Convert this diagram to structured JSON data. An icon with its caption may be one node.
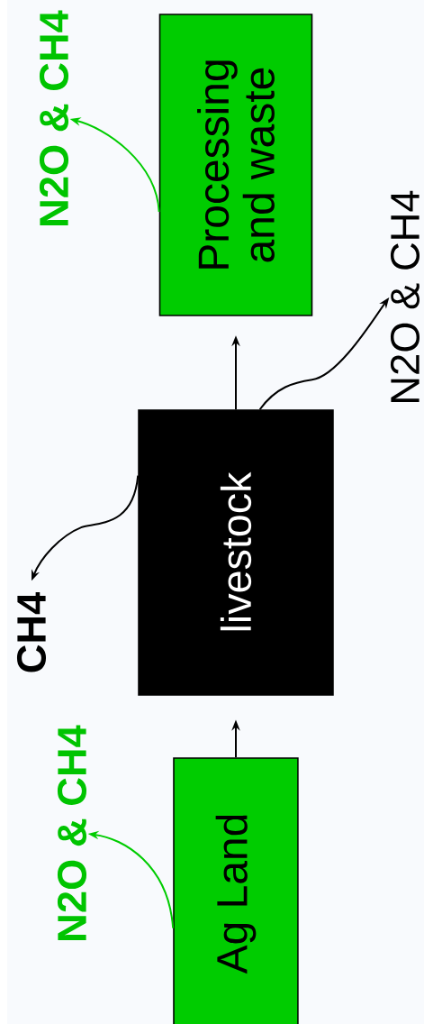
{
  "diagram": {
    "nodes": [
      {
        "text": [
          "Ag Land"
        ]
      },
      {
        "text": [
          "livestock"
        ]
      },
      {
        "text": [
          "Processing and waste"
        ]
      },
      {
        "text": [
          "N2O & CH4"
        ]
      },
      {
        "text": [
          "CH4"
        ]
      },
      {
        "text": [
          "N2O & CH4"
        ]
      },
      {
        "text": [
          "N2O & CH4"
        ]
      }
    ],
    "edges": [
      {
        "from": 0,
        "to": 1,
        "arrow": "to"
      },
      {
        "from": 1,
        "to": 2,
        "arrow": "to"
      },
      {
        "from": 0,
        "to": 3,
        "arrow": "to",
        "color": "#00cc00"
      },
      {
        "from": 1,
        "to": 4,
        "arrow": "to"
      },
      {
        "from": 2,
        "to": 5,
        "arrow": "to",
        "color": "#00cc00"
      },
      {
        "from": 1,
        "to": 6,
        "arrow": "to"
      }
    ]
  }
}
